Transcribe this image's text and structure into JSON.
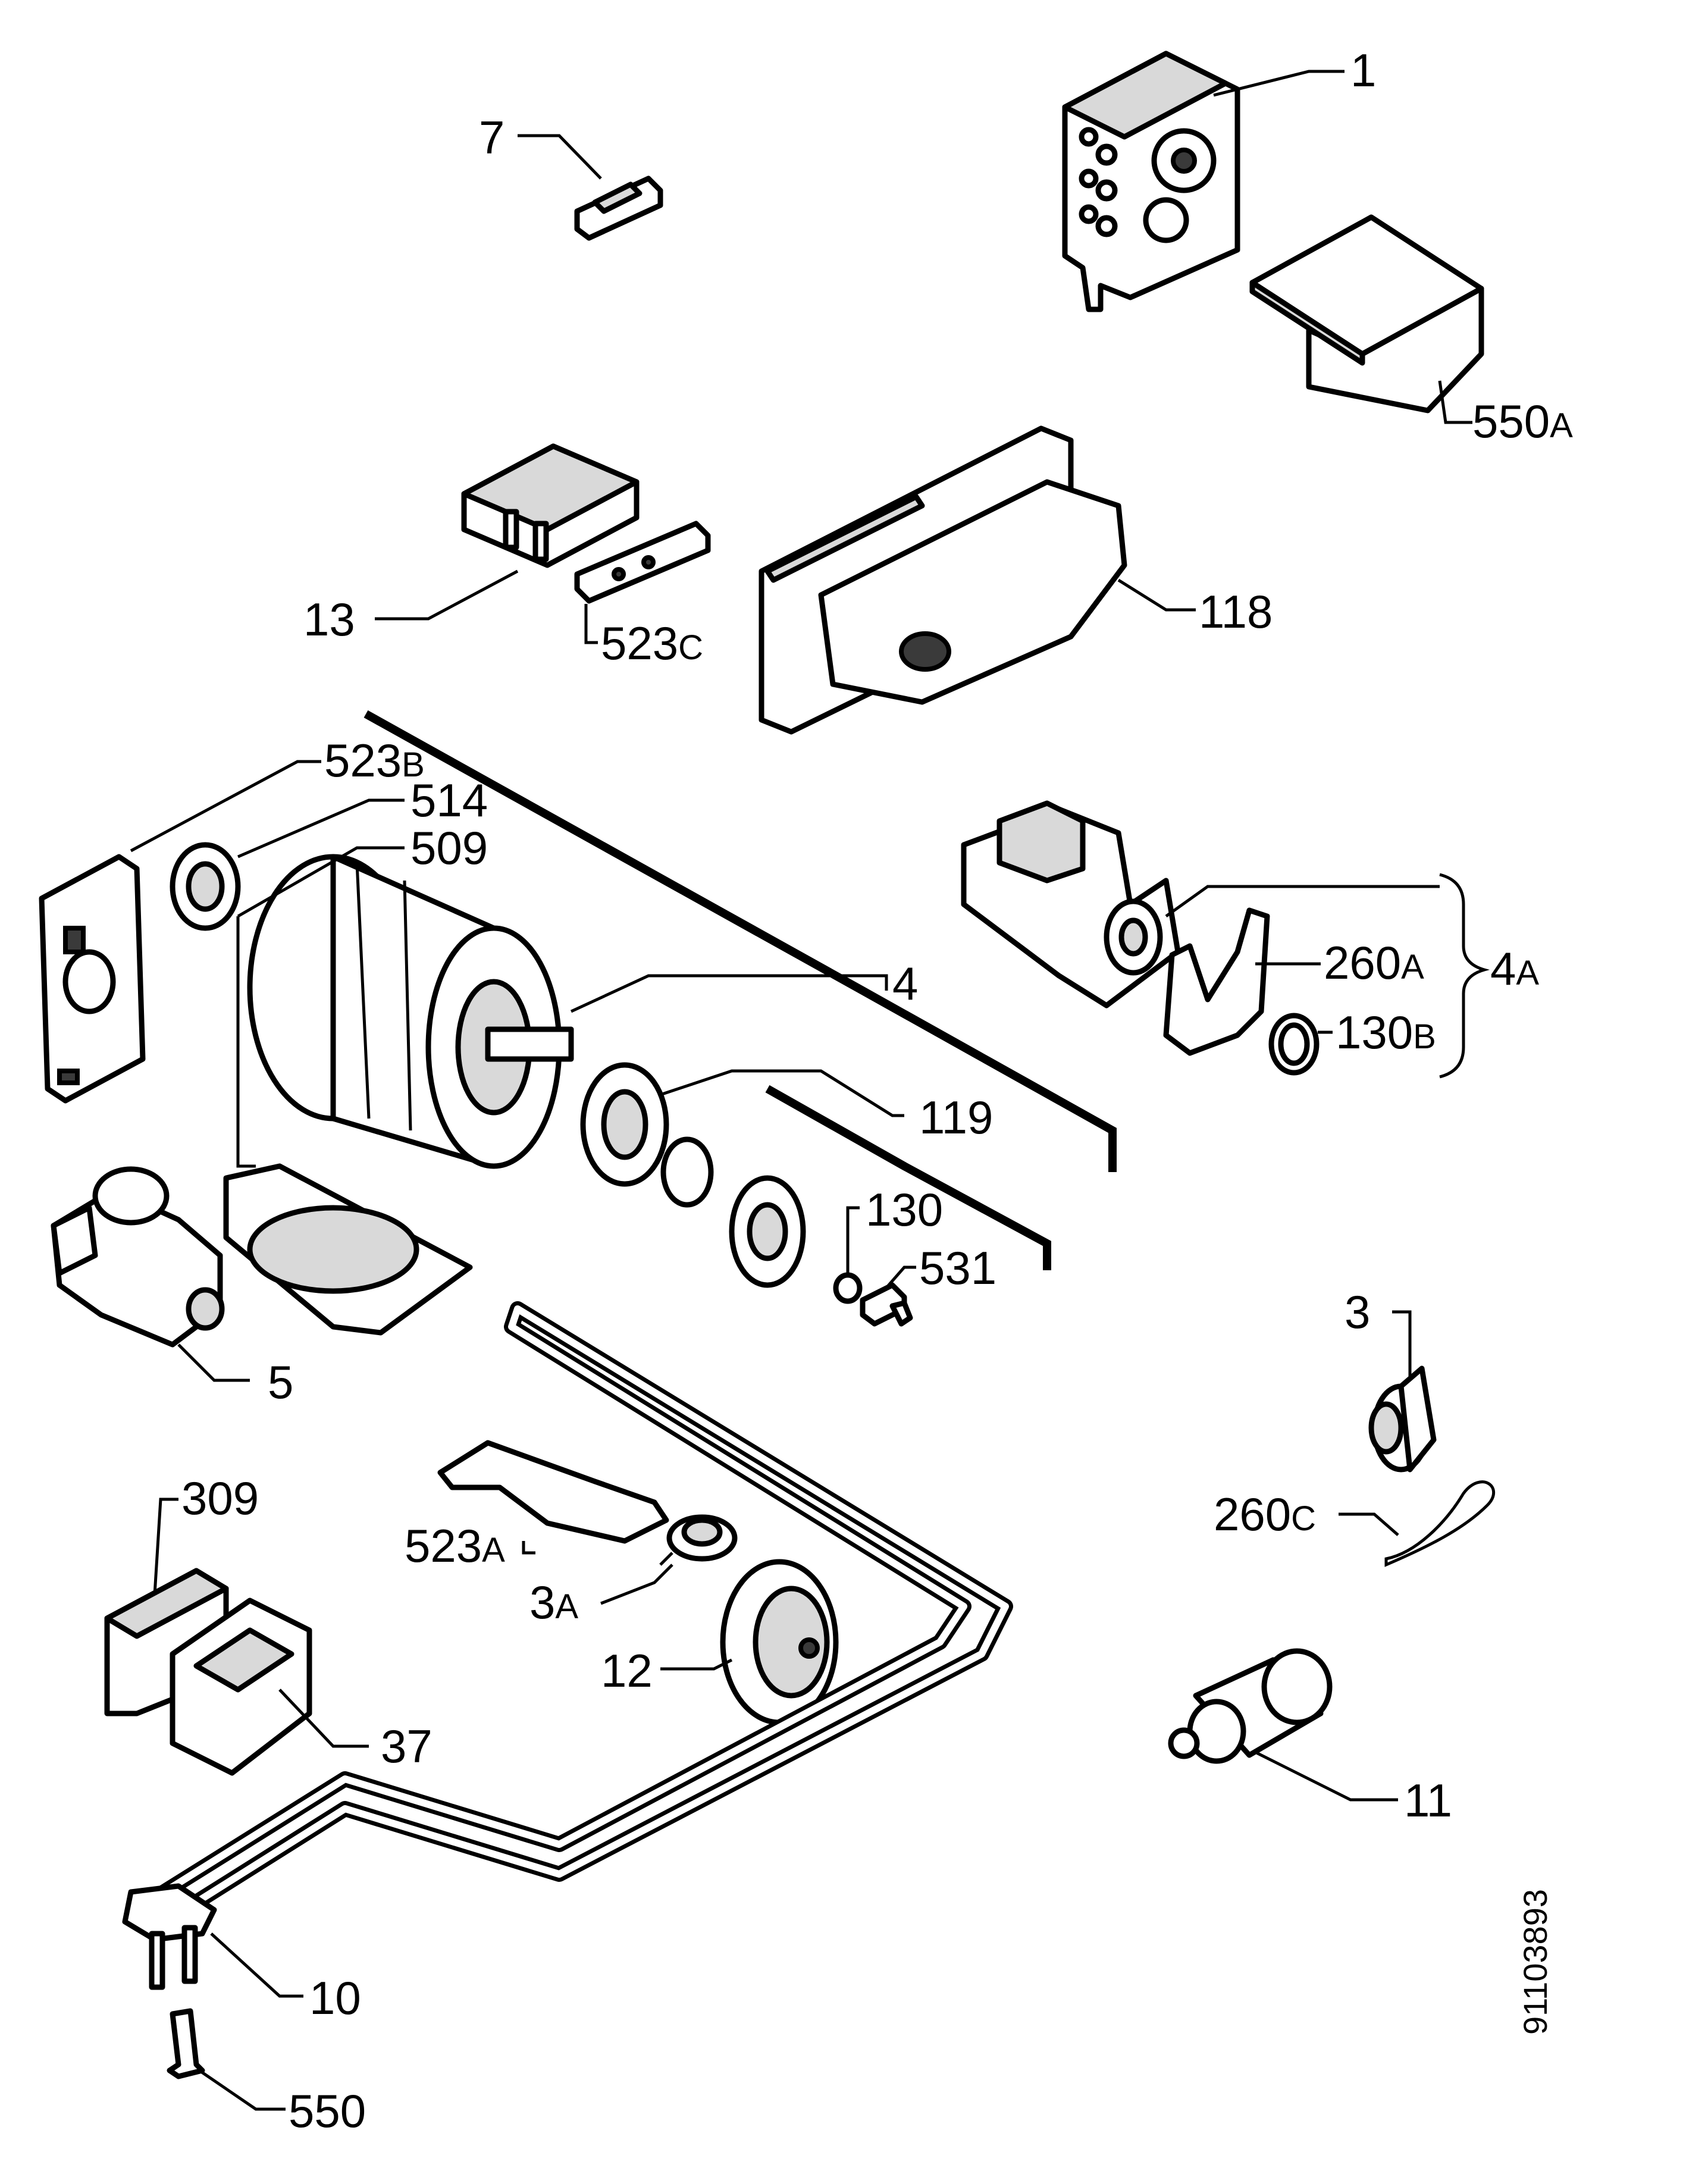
{
  "diagram": {
    "drawing_number": "91103893",
    "labels": {
      "p1": "1",
      "p7": "7",
      "p550A": "550",
      "p550A_sub": "A",
      "p13": "13",
      "p523C": "523",
      "p523C_sub": "C",
      "p118": "118",
      "p523B": "523",
      "p523B_sub": "B",
      "p514": "514",
      "p509": "509",
      "p4": "4",
      "p260A": "260",
      "p260A_sub": "A",
      "p4A": "4",
      "p4A_sub": "A",
      "p130B": "130",
      "p130B_sub": "B",
      "p119": "119",
      "p130": "130",
      "p531": "531",
      "p5": "5",
      "p3": "3",
      "p260C": "260",
      "p260C_sub": "C",
      "p309": "309",
      "p523A": "523",
      "p523A_sub": "A",
      "p3A": "3",
      "p3A_sub": "A",
      "p12": "12",
      "p37": "37",
      "p11": "11",
      "p10": "10",
      "p550": "550"
    }
  }
}
